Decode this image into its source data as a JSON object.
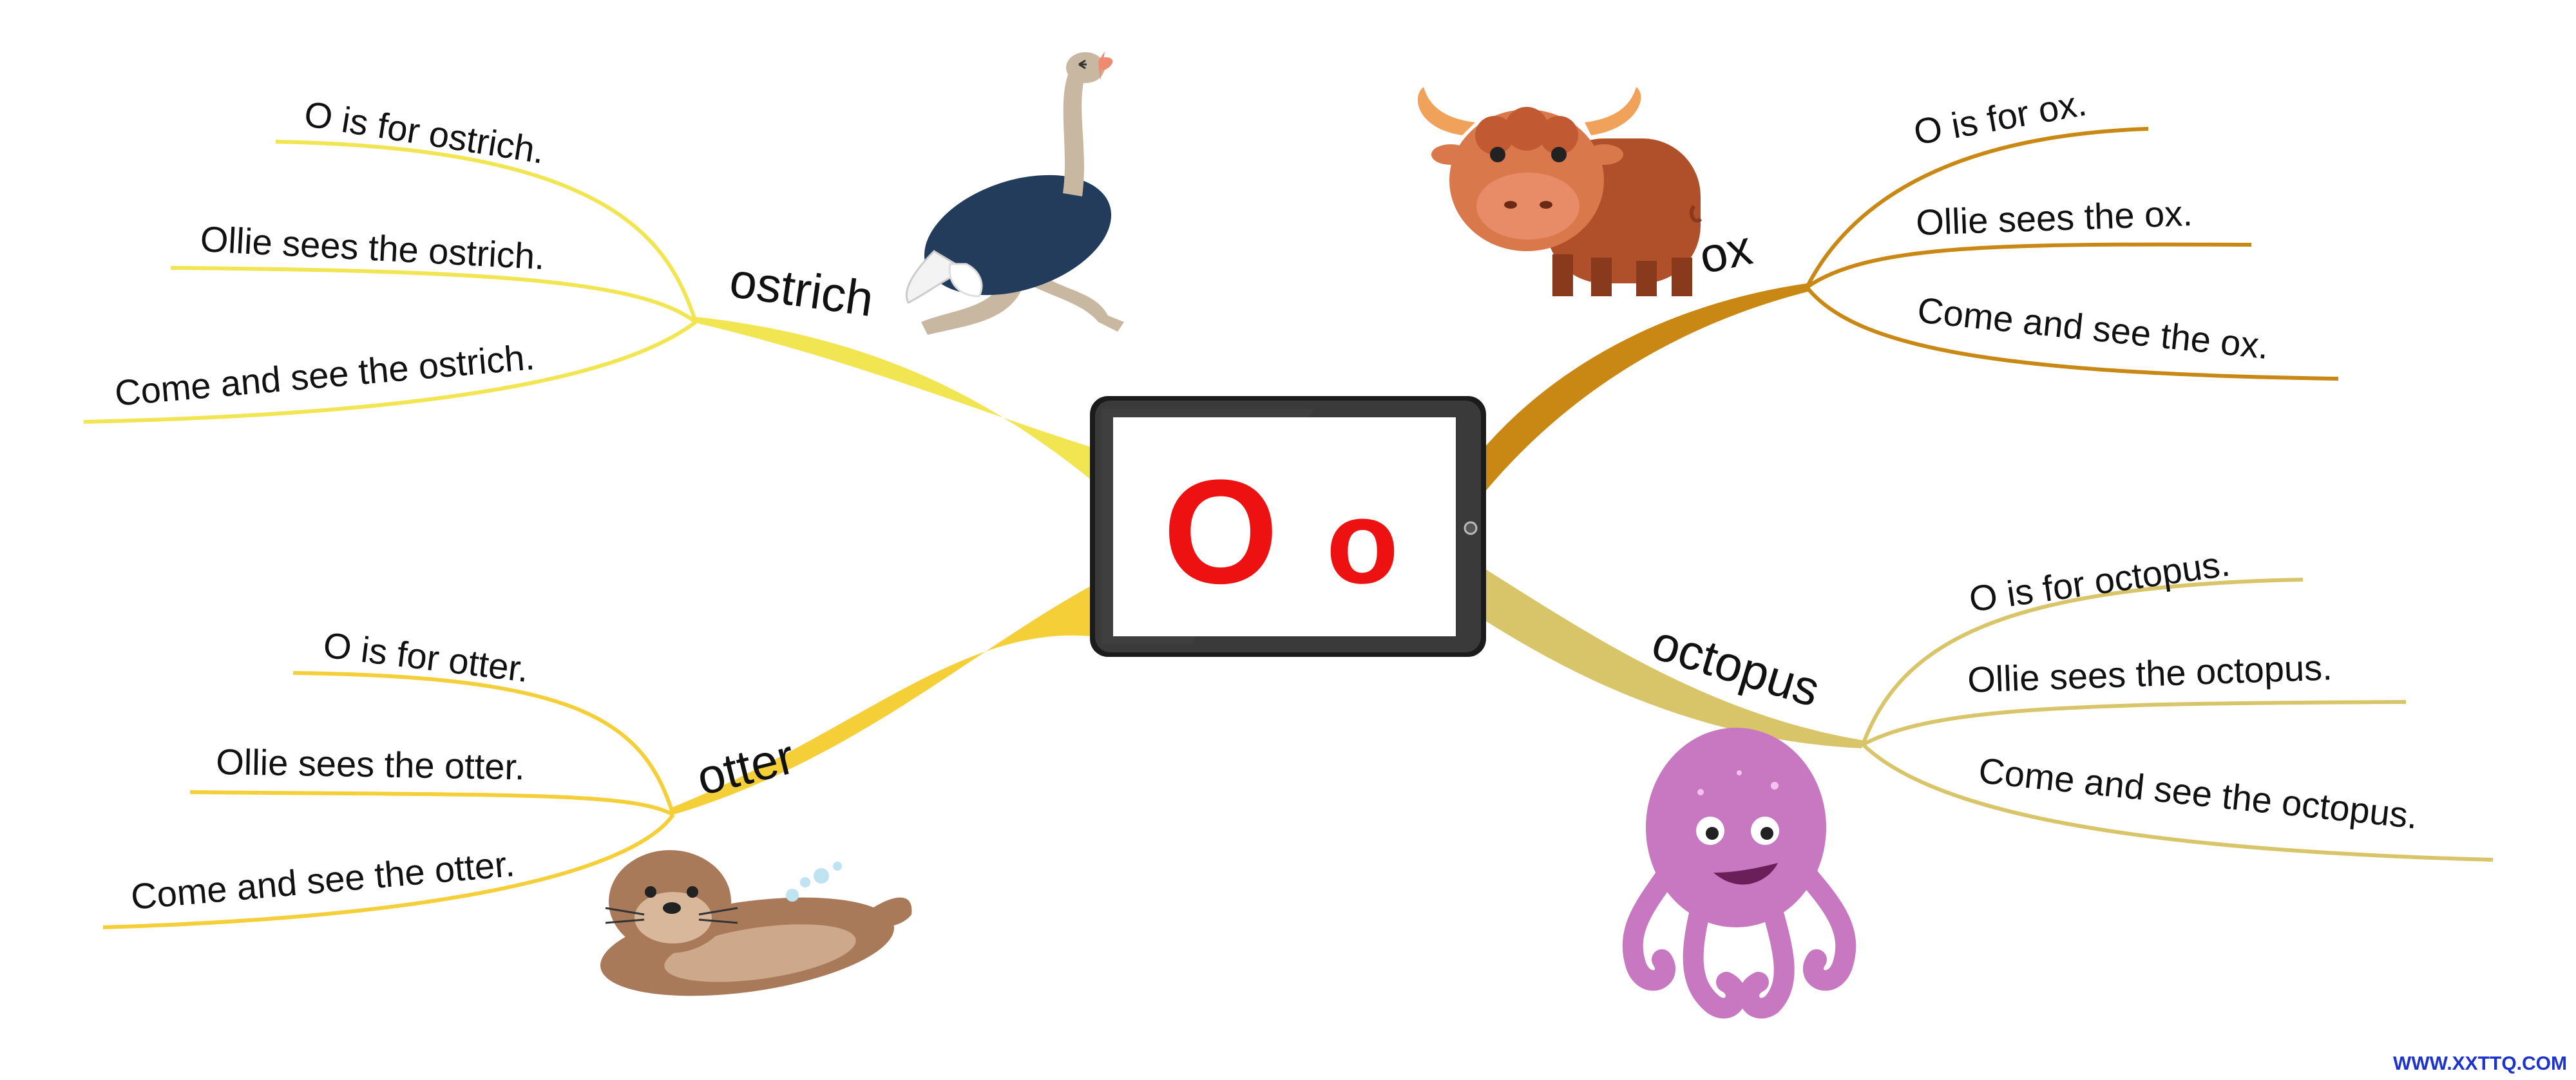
{
  "center": {
    "upper": "O",
    "lower": "o"
  },
  "branches": {
    "ostrich": {
      "label": "ostrich",
      "color": "#f2e552",
      "sentences": [
        "O is for ostrich.",
        "Ollie sees the ostrich.",
        "Come and see the ostrich."
      ]
    },
    "ox": {
      "label": "ox",
      "color": "#c98814",
      "sentences": [
        "O is for ox.",
        "Ollie sees the ox.",
        "Come and see the ox."
      ]
    },
    "otter": {
      "label": "otter",
      "color": "#f5cf37",
      "sentences": [
        "O is for otter.",
        "Ollie sees the otter.",
        "Come and see the otter."
      ]
    },
    "octopus": {
      "label": "octopus",
      "color": "#d8c56a",
      "sentences": [
        "O is for octopus.",
        "Ollie sees the octopus.",
        "Come and see the octopus."
      ]
    }
  },
  "icons": [
    "ostrich-illustration",
    "ox-illustration",
    "otter-illustration",
    "octopus-illustration",
    "tablet-frame"
  ],
  "watermark": "WWW.XXTTQ.COM"
}
